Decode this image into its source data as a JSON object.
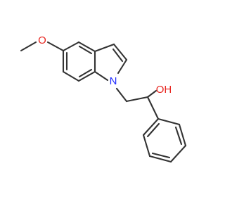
{
  "molecule": {
    "atoms": {
      "O_methoxy": {
        "label": "O",
        "color": "#e8251f"
      },
      "N_indole": {
        "label": "N",
        "color": "#1f2bff"
      },
      "O_hydroxyl": {
        "label": "OH",
        "color": "#e8251f"
      }
    },
    "bond_color": "#333333"
  }
}
